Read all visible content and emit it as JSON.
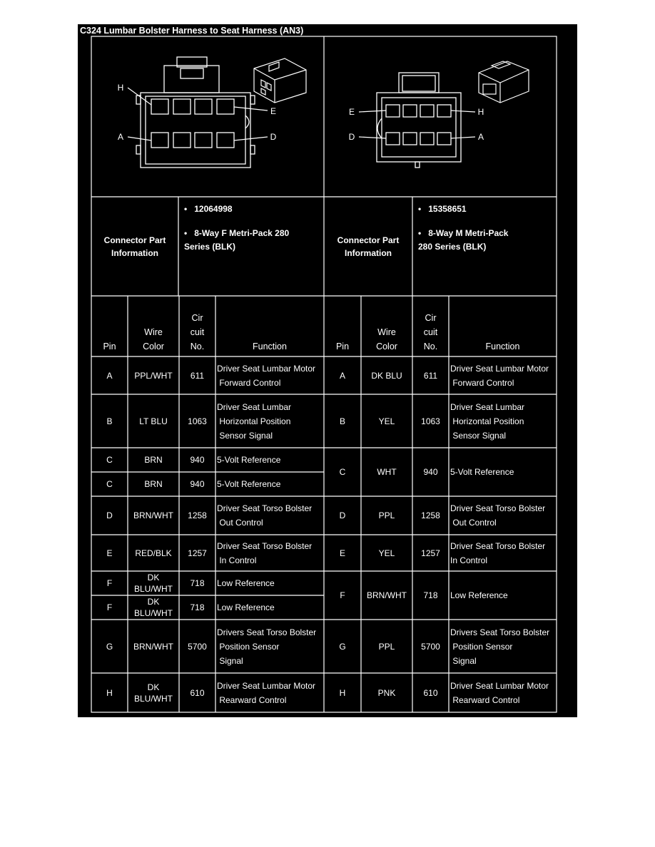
{
  "title": "C324 Lumbar Bolster Harness to Seat Harness (AN3)",
  "diagram_left": {
    "labels": {
      "H": "H",
      "E": "E",
      "A": "A",
      "D": "D"
    }
  },
  "diagram_right": {
    "labels": {
      "E": "E",
      "H": "H",
      "D": "D",
      "A": "A"
    }
  },
  "connector_info": {
    "left": {
      "heading_line1": "Connector Part",
      "heading_line2": "Information",
      "bullet": "•",
      "part_number": "12064998",
      "desc_line1": "8-Way F Metri-Pack 280",
      "desc_line2": "Series (BLK)"
    },
    "right": {
      "heading_line1": "Connector Part",
      "heading_line2": "Information",
      "bullet": "•",
      "part_number": "15358651",
      "desc_line1": "8-Way M Metri-Pack",
      "desc_line2": "280 Series (BLK)"
    }
  },
  "headers": {
    "pin": "Pin",
    "wire_line1": "Wire",
    "wire_line2": "Color",
    "cir_line1": "Cir",
    "cir_line2": "cuit",
    "cir_line3": "No.",
    "function": "Function"
  },
  "left_rows": [
    {
      "pin": "A",
      "wire": [
        "PPL/WHT"
      ],
      "circuit": "611",
      "function": [
        "Driver Seat Lumbar Motor",
        " Forward Control"
      ]
    },
    {
      "pin": "B",
      "wire": [
        "LT BLU"
      ],
      "circuit": "1063",
      "function": [
        "Driver Seat Lumbar",
        " Horizontal Position",
        " Sensor Signal"
      ]
    },
    {
      "pin": "C",
      "wire": [
        "BRN"
      ],
      "circuit": "940",
      "function": [
        "5-Volt Reference"
      ]
    },
    {
      "pin": "C",
      "wire": [
        "BRN"
      ],
      "circuit": "940",
      "function": [
        "5-Volt Reference"
      ]
    },
    {
      "pin": "D",
      "wire": [
        "BRN/WHT"
      ],
      "circuit": "1258",
      "function": [
        "Driver Seat Torso Bolster",
        " Out Control"
      ]
    },
    {
      "pin": "E",
      "wire": [
        "RED/BLK"
      ],
      "circuit": "1257",
      "function": [
        "Driver Seat Torso Bolster",
        " In Control"
      ]
    },
    {
      "pin": "F",
      "wire": [
        "DK",
        "BLU/WHT"
      ],
      "circuit": "718",
      "function": [
        "Low Reference"
      ]
    },
    {
      "pin": "F",
      "wire": [
        "DK",
        "BLU/WHT"
      ],
      "circuit": "718",
      "function": [
        "Low Reference"
      ]
    },
    {
      "pin": "G",
      "wire": [
        "BRN/WHT"
      ],
      "circuit": "5700",
      "function": [
        "Drivers Seat Torso Bolster",
        " Position Sensor",
        " Signal"
      ]
    },
    {
      "pin": "H",
      "wire": [
        "DK",
        "BLU/WHT"
      ],
      "circuit": "610",
      "function": [
        "Driver Seat Lumbar Motor",
        " Rearward Control"
      ]
    }
  ],
  "right_rows": [
    {
      "pin": "A",
      "wire": [
        "DK BLU"
      ],
      "circuit": "611",
      "function": [
        "Driver Seat Lumbar Motor",
        " Forward Control"
      ]
    },
    {
      "pin": "B",
      "wire": [
        "YEL"
      ],
      "circuit": "1063",
      "function": [
        "Driver Seat Lumbar",
        " Horizontal Position",
        " Sensor Signal"
      ]
    },
    {
      "pin": "C",
      "wire": [
        "WHT"
      ],
      "circuit": "940",
      "function": [
        "5-Volt Reference"
      ]
    },
    {
      "pin": "D",
      "wire": [
        "PPL"
      ],
      "circuit": "1258",
      "function": [
        "Driver Seat Torso Bolster",
        " Out Control"
      ]
    },
    {
      "pin": "E",
      "wire": [
        "YEL"
      ],
      "circuit": "1257",
      "function": [
        "Driver Seat Torso Bolster",
        "In Control"
      ]
    },
    {
      "pin": "F",
      "wire": [
        "BRN/WHT"
      ],
      "circuit": "718",
      "function": [
        "Low Reference"
      ]
    },
    {
      "pin": "G",
      "wire": [
        "PPL"
      ],
      "circuit": "5700",
      "function": [
        "Drivers Seat Torso Bolster",
        " Position Sensor",
        " Signal"
      ]
    },
    {
      "pin": "H",
      "wire": [
        "PNK"
      ],
      "circuit": "610",
      "function": [
        "Driver Seat Lumbar Motor",
        " Rearward Control"
      ]
    }
  ]
}
